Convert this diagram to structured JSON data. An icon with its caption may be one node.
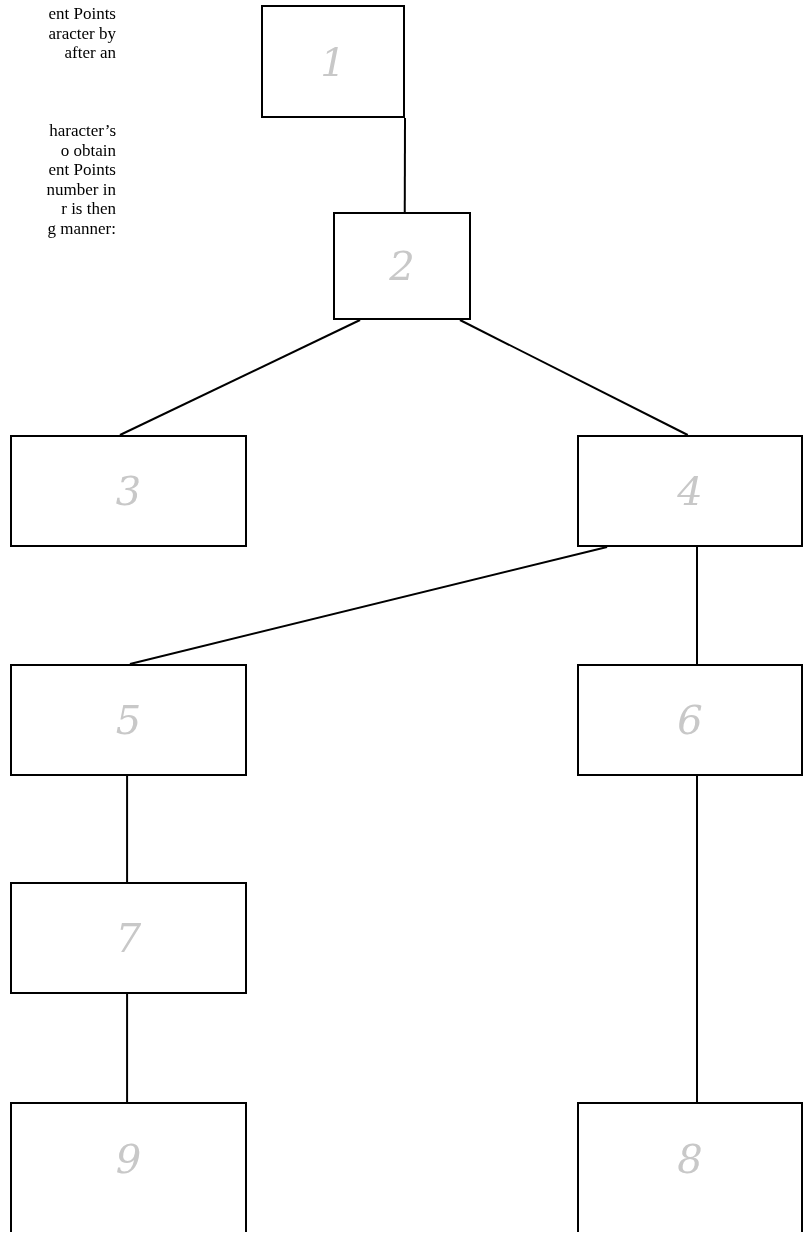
{
  "diagram": {
    "nodes": [
      {
        "text": [
          "1"
        ]
      },
      {
        "text": [
          "2"
        ]
      },
      {
        "text": [
          "3"
        ]
      },
      {
        "text": [
          "4"
        ]
      },
      {
        "text": [
          "5"
        ]
      },
      {
        "text": [
          "6"
        ]
      },
      {
        "text": [
          "7"
        ]
      },
      {
        "text": [
          "9"
        ]
      },
      {
        "text": [
          "8"
        ]
      }
    ],
    "edges": [
      {
        "from": 0,
        "to": 1,
        "arrow": "none"
      },
      {
        "from": 1,
        "to": 2,
        "arrow": "none"
      },
      {
        "from": 1,
        "to": 3,
        "arrow": "none"
      },
      {
        "from": 3,
        "to": 4,
        "arrow": "none"
      },
      {
        "from": 3,
        "to": 5,
        "arrow": "none"
      },
      {
        "from": 4,
        "to": 6,
        "arrow": "none"
      },
      {
        "from": 6,
        "to": 7,
        "arrow": "none"
      },
      {
        "from": 5,
        "to": 8,
        "arrow": "none"
      }
    ],
    "labels": [
      "ent Points",
      "aracter by",
      "after an",
      "haracter’s",
      "o obtain",
      "ent Points",
      "number in",
      "r is then",
      "g manner:"
    ]
  }
}
